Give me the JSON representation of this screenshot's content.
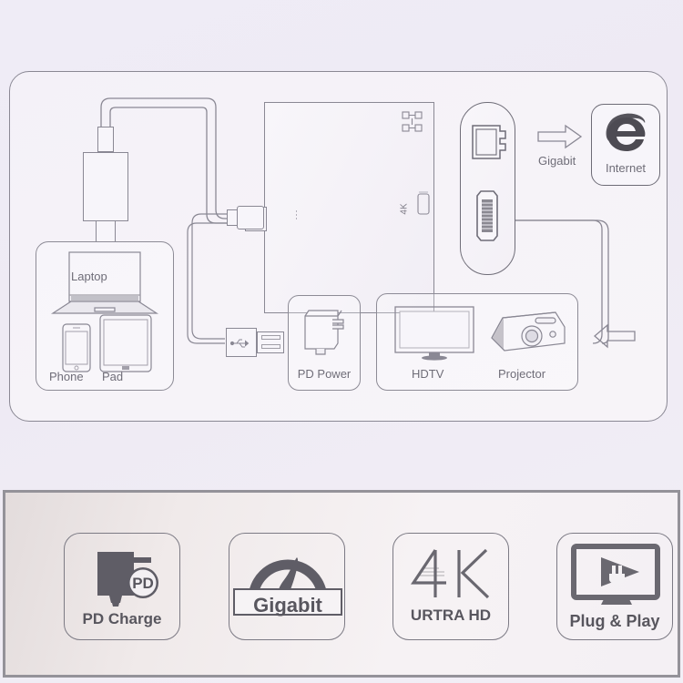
{
  "background_color": "#efecf6",
  "line_color": "#8a8894",
  "text_color": "#6f6d78",
  "diagram": {
    "hub": {
      "port_marks": [
        {
          "name": "ethernet-port-mark",
          "label": ""
        },
        {
          "name": "hdmi-4k-port-mark",
          "label": "4K"
        }
      ]
    },
    "devices_card": {
      "name": "source-devices-card",
      "labels": {
        "laptop": "Laptop",
        "phone": "Phone",
        "pad": "Pad"
      }
    },
    "power_card": {
      "name": "pd-power-card",
      "label": "PD Power"
    },
    "display_card": {
      "name": "display-card",
      "labels": {
        "hdtv": "HDTV",
        "projector": "Projector"
      }
    },
    "internet_card": {
      "name": "internet-card",
      "label": "Internet",
      "icon": "internet-explorer-icon"
    },
    "arrows": {
      "gigabit_label": "Gigabit",
      "gigabit_arrow_icon": "arrow-right-icon",
      "video_arrow_icon": "arrow-left-icon"
    },
    "ports_strip": {
      "name": "ports-strip",
      "ports": [
        "rj45-ethernet-port",
        "hdmi-port"
      ]
    },
    "connectors": [
      {
        "name": "hdmi-male-connector"
      },
      {
        "name": "usb-c-male-connector"
      },
      {
        "name": "usb-a-male-connector",
        "icon": "usb-icon"
      }
    ]
  },
  "features": [
    {
      "id": "pd-charge",
      "label": "PD Charge",
      "icon": "power-adapter-icon",
      "badge": "PD"
    },
    {
      "id": "gigabit",
      "label": "Gigabit",
      "icon": "speedometer-icon",
      "badge": ""
    },
    {
      "id": "ultra-hd",
      "label": "URTRA HD",
      "icon": "4k-icon",
      "badge": "4K"
    },
    {
      "id": "plug-play",
      "label": "Plug & Play",
      "icon": "monitor-play-icon",
      "badge": ""
    }
  ]
}
